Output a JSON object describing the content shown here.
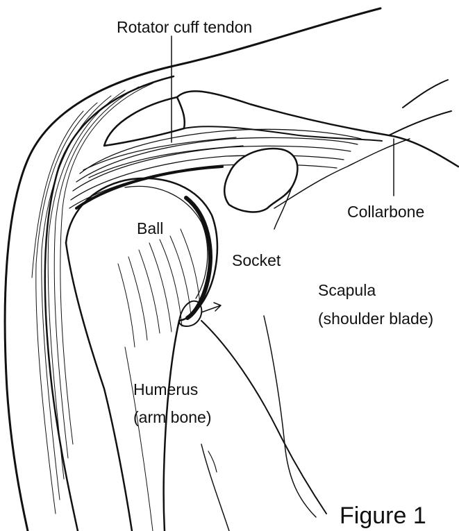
{
  "labels": {
    "rotator_cuff_tendon": "Rotator cuff tendon",
    "collarbone": "Collarbone",
    "ball": "Ball",
    "socket": "Socket",
    "scapula_line1": "Scapula",
    "scapula_line2": "(shoulder blade)",
    "humerus_line1": "Humerus",
    "humerus_line2": "(arm bone)"
  },
  "caption": "Figure 1",
  "colors": {
    "ink": "#111111",
    "background": "#ffffff"
  }
}
